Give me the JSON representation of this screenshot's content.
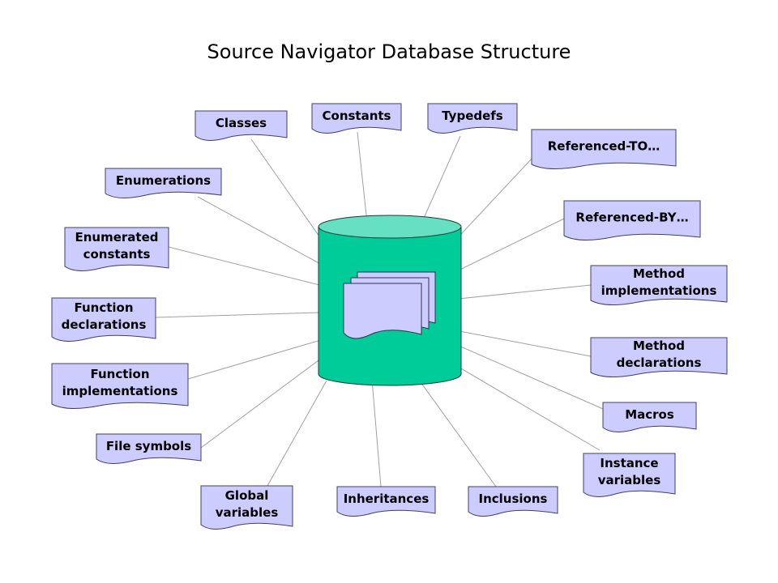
{
  "title": "Source Navigator Database Structure",
  "colors": {
    "cylinder_fill": "#00cc99",
    "cylinder_top": "#66e0c2",
    "doc_fill": "#ccccff",
    "line": "#a0a0a0"
  },
  "icon": "database-cylinder-with-documents",
  "tables": [
    {
      "id": "classes",
      "lines": [
        "Classes"
      ]
    },
    {
      "id": "constants",
      "lines": [
        "Constants"
      ]
    },
    {
      "id": "typedefs",
      "lines": [
        "Typedefs"
      ]
    },
    {
      "id": "referenced-to",
      "lines": [
        "Referenced-TO…"
      ]
    },
    {
      "id": "enumerations",
      "lines": [
        "Enumerations"
      ]
    },
    {
      "id": "referenced-by",
      "lines": [
        "Referenced-BY…"
      ]
    },
    {
      "id": "enumerated-constants",
      "lines": [
        "Enumerated",
        "constants"
      ]
    },
    {
      "id": "method-implementations",
      "lines": [
        "Method",
        "implementations"
      ]
    },
    {
      "id": "function-declarations",
      "lines": [
        "Function",
        "declarations"
      ]
    },
    {
      "id": "method-declarations",
      "lines": [
        "Method",
        "declarations"
      ]
    },
    {
      "id": "function-implementations",
      "lines": [
        "Function",
        "implementations"
      ]
    },
    {
      "id": "macros",
      "lines": [
        "Macros"
      ]
    },
    {
      "id": "file-symbols",
      "lines": [
        "File symbols"
      ]
    },
    {
      "id": "instance-variables",
      "lines": [
        "Instance",
        "variables"
      ]
    },
    {
      "id": "global-variables",
      "lines": [
        "Global",
        "variables"
      ]
    },
    {
      "id": "inheritances",
      "lines": [
        "Inheritances"
      ]
    },
    {
      "id": "inclusions",
      "lines": [
        "Inclusions"
      ]
    }
  ]
}
